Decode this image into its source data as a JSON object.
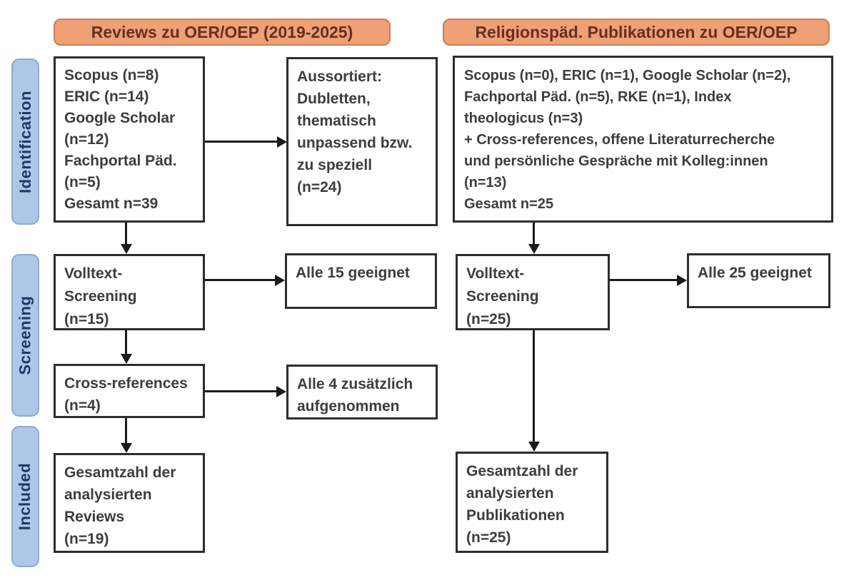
{
  "diagram_type": "PRISMA-style literature flow diagram",
  "headers": {
    "left": "Reviews zu OER/OEP (2019-2025)",
    "right": "Religionspäd. Publikationen zu OER/OEP"
  },
  "stage_labels": {
    "identification": "Identification",
    "screening": "Screening",
    "included": "Included"
  },
  "boxes": {
    "reviews_sources": {
      "lines": [
        "Scopus (n=8)",
        "ERIC (n=14)",
        "Google Scholar",
        "(n=12)",
        "Fachportal Päd.",
        "(n=5)",
        "Gesamt n=39"
      ]
    },
    "aussortiert": {
      "lines": [
        "Aussortiert:",
        "Dubletten,",
        "thematisch",
        "unpassend bzw.",
        "zu speziell",
        "(n=24)"
      ]
    },
    "relpaed_sources": {
      "lines": [
        "Scopus (n=0), ERIC (n=1), Google Scholar (n=2),",
        "Fachportal Päd. (n=5), RKE (n=1), Index",
        "theologicus (n=3)",
        "+ Cross-references, offene Literaturrecherche",
        "und persönliche Gespräche mit Kolleg:innen",
        "(n=13)",
        "Gesamt n=25"
      ]
    },
    "volltext_reviews": {
      "lines": [
        "Volltext-",
        "Screening",
        "(n=15)"
      ]
    },
    "alle_15": {
      "lines": [
        "Alle 15 geeignet"
      ]
    },
    "volltext_pub": {
      "lines": [
        "Volltext-",
        "Screening",
        "(n=25)"
      ]
    },
    "alle_25": {
      "lines": [
        "Alle 25 geeignet"
      ]
    },
    "crossref": {
      "lines": [
        "Cross-references",
        "(n=4)"
      ]
    },
    "alle_4": {
      "lines": [
        "Alle 4 zusätzlich",
        "aufgenommen"
      ]
    },
    "gesamt_reviews": {
      "lines": [
        "Gesamtzahl der",
        "analysierten",
        "Reviews",
        "(n=19)"
      ]
    },
    "gesamt_pub": {
      "lines": [
        "Gesamtzahl der",
        "analysierten",
        "Publikationen",
        "(n=25)"
      ]
    }
  },
  "colors": {
    "background": "#ffffff",
    "header_fill": "#efa077",
    "header_border": "#c97f52",
    "header_text": "#66301e",
    "stage_fill": "#aec6e8",
    "stage_border": "#8fa9cc",
    "stage_text": "#1f3864",
    "box_border": "#2d2d2d",
    "box_text": "#3d3d3d",
    "arrow": "#1a1a1a"
  }
}
